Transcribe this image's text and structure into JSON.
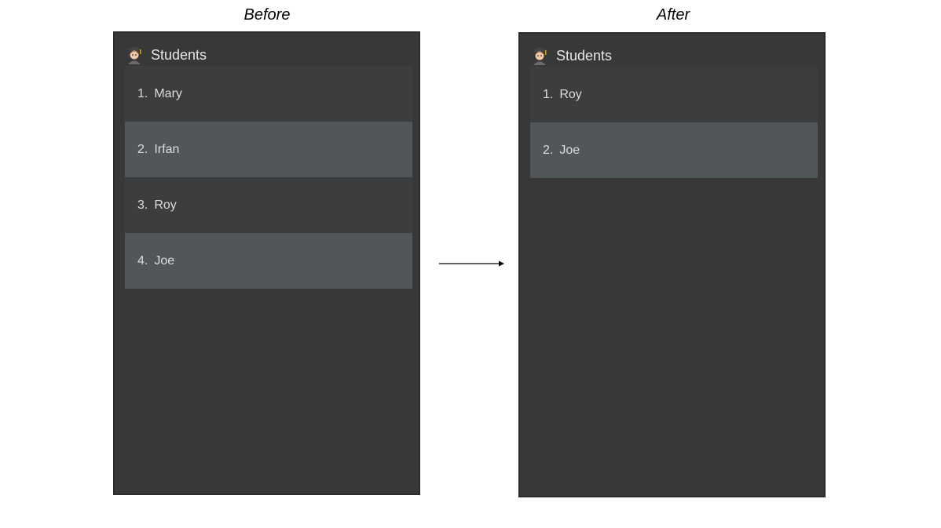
{
  "before": {
    "caption": "Before",
    "panel_title": "Students",
    "panel_icon": "student-graduate-icon",
    "students": [
      {
        "index": "1.",
        "name": "Mary"
      },
      {
        "index": "2.",
        "name": "Irfan"
      },
      {
        "index": "3.",
        "name": "Roy"
      },
      {
        "index": "4.",
        "name": "Joe"
      }
    ]
  },
  "after": {
    "caption": "After",
    "panel_title": "Students",
    "panel_icon": "student-graduate-icon",
    "students": [
      {
        "index": "1.",
        "name": "Roy"
      },
      {
        "index": "2.",
        "name": "Joe"
      }
    ]
  },
  "colors": {
    "panel_background": "#383838",
    "row_odd": "#3c3d3f",
    "row_even": "#515658",
    "text": "#dcdcdc"
  },
  "arrow_icon": "right-arrow-icon"
}
